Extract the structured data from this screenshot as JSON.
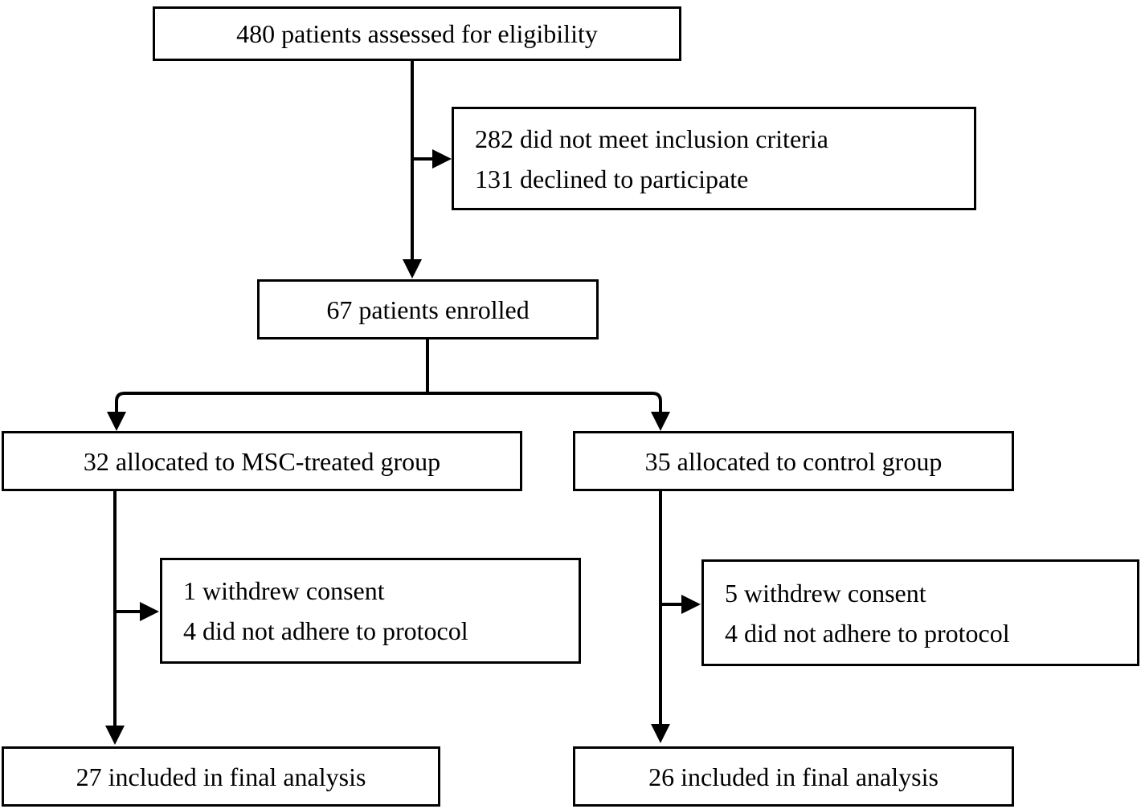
{
  "nodes": {
    "assessed": {
      "text": "480 patients assessed for eligibility"
    },
    "excluded": {
      "lines": [
        "282 did not meet inclusion criteria",
        "131 declined to participate"
      ]
    },
    "enrolled": {
      "text": "67 patients enrolled"
    },
    "msc_group": {
      "text": "32 allocated to MSC-treated group"
    },
    "control_group": {
      "text": "35 allocated to control group"
    },
    "msc_withdrawn": {
      "lines": [
        "1 withdrew consent",
        "4 did not adhere to protocol"
      ]
    },
    "control_withdrawn": {
      "lines": [
        "5 withdrew consent",
        "4 did not adhere to protocol"
      ]
    },
    "msc_final": {
      "text": "27 included in final analysis"
    },
    "control_final": {
      "text": "26 included in final analysis"
    }
  },
  "edges": [
    {
      "from": "assessed",
      "to": "enrolled",
      "type": "arrow-down"
    },
    {
      "from": "assessed",
      "to": "excluded",
      "type": "arrow-right-branch"
    },
    {
      "from": "enrolled",
      "to": "msc_group",
      "type": "arrow-down-split"
    },
    {
      "from": "enrolled",
      "to": "control_group",
      "type": "arrow-down-split"
    },
    {
      "from": "msc_group",
      "to": "msc_final",
      "type": "arrow-down"
    },
    {
      "from": "msc_group",
      "to": "msc_withdrawn",
      "type": "arrow-right-branch"
    },
    {
      "from": "control_group",
      "to": "control_final",
      "type": "arrow-down"
    },
    {
      "from": "control_group",
      "to": "control_withdrawn",
      "type": "arrow-right-branch"
    }
  ],
  "colors": {
    "background": "#ffffff",
    "box_border": "#000000",
    "line": "#000000",
    "text": "#000000"
  }
}
